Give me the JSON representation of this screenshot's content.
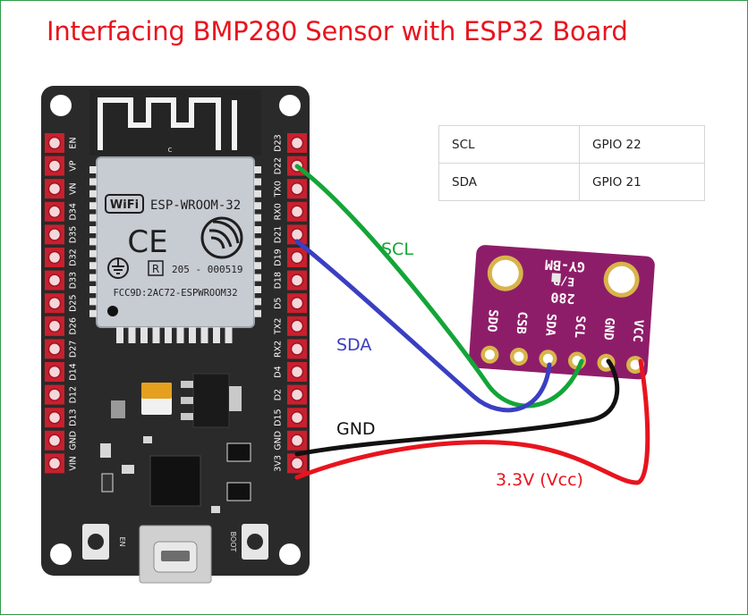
{
  "title": "Interfacing BMP280 Sensor with ESP32 Board",
  "table": [
    {
      "signal": "SCL",
      "gpio": "GPIO 22"
    },
    {
      "signal": "SDA",
      "gpio": "GPIO 21"
    }
  ],
  "esp32": {
    "left_pins": [
      "EN",
      "VP",
      "VN",
      "D34",
      "D35",
      "D32",
      "D33",
      "D25",
      "D26",
      "D27",
      "D14",
      "D12",
      "D13",
      "GND",
      "VIN"
    ],
    "right_pins": [
      "D23",
      "D22",
      "TX0",
      "RX0",
      "D21",
      "D19",
      "D18",
      "D5",
      "TX2",
      "RX2",
      "D4",
      "D2",
      "D15",
      "GND",
      "3V3"
    ],
    "module_name": "ESP-WROOM-32",
    "module_code": "205 - 000519",
    "fcc_id": "FCC9D:2AC72-ESPWROOM32",
    "wifi_text": "WiFi",
    "ce_mark": "CE",
    "r_mark": "R",
    "antenna_mark": "c",
    "en_button_label": "EN",
    "boot_button_label": "BOOT"
  },
  "bmp280": {
    "pins": [
      "SDO",
      "CSB",
      "SDA",
      "SCL",
      "GND",
      "VCC"
    ],
    "model_line1": "280",
    "model_line2": "GY-BM",
    "model_line3": "E/P",
    "board_color": "#8e1d69"
  },
  "wires": [
    {
      "label": "SCL",
      "color": "#13a538"
    },
    {
      "label": "SDA",
      "color": "#3a3fc2"
    },
    {
      "label": "GND",
      "color": "#111111"
    },
    {
      "label": "3.3V (Vcc)",
      "color": "#e8141e"
    }
  ],
  "colors": {
    "title": "#e8141e",
    "frame": "#2e9b48",
    "header_pin": "#c8202e",
    "pcb": "#2a2a2a"
  }
}
